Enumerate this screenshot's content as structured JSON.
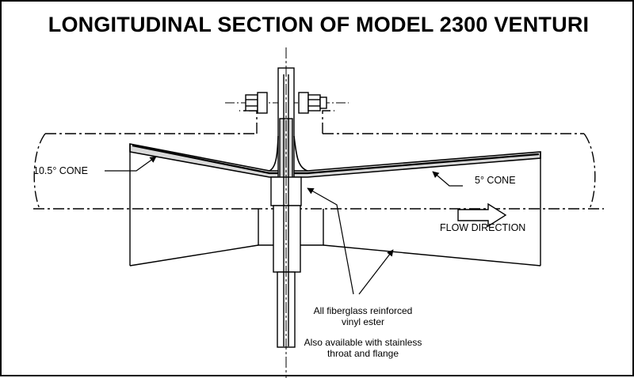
{
  "title": "LONGITUDINAL SECTION OF MODEL 2300 VENTURI",
  "labels": {
    "cone_left": "10.5° CONE",
    "cone_right": "5° CONE",
    "flow_direction": "FLOW DIRECTION"
  },
  "notes": {
    "material_line1": "All fiberglass reinforced",
    "material_line2": "vinyl ester",
    "option_line1": "Also available with stainless",
    "option_line2": "throat and flange"
  },
  "colors": {
    "line": "#000000",
    "fill": "#d9d9d9",
    "background": "#ffffff"
  }
}
